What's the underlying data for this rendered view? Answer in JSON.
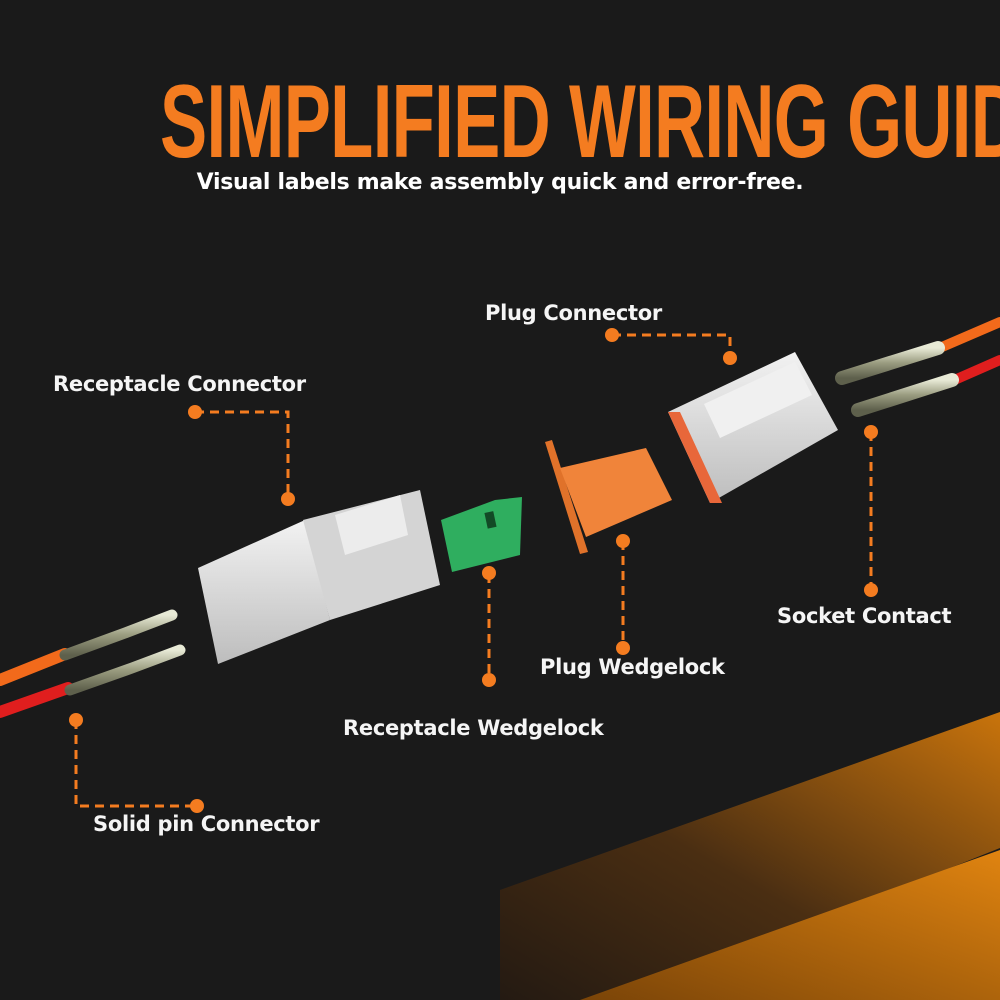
{
  "header": {
    "title": "SIMPLIFIED WIRING GUIDE",
    "subtitle": "Visual labels make assembly quick and error-free."
  },
  "colors": {
    "background": "#1a1a1a",
    "accent": "#f47c20",
    "label_text": "#f5f5f5",
    "connector_body": "#e3e3e3",
    "receptacle_wedgelock": "#2fae5f",
    "plug_wedgelock": "#f0843a",
    "wire_orange": "#f26a1b",
    "wire_red": "#e01e1e"
  },
  "labels": {
    "receptacle_connector": "Receptacle Connector",
    "plug_connector": "Plug Connector",
    "socket_contact": "Socket Contact",
    "plug_wedgelock": "Plug Wedgelock",
    "receptacle_wedgelock": "Receptacle Wedgelock",
    "solid_pin_connector": "Solid pin Connector"
  }
}
